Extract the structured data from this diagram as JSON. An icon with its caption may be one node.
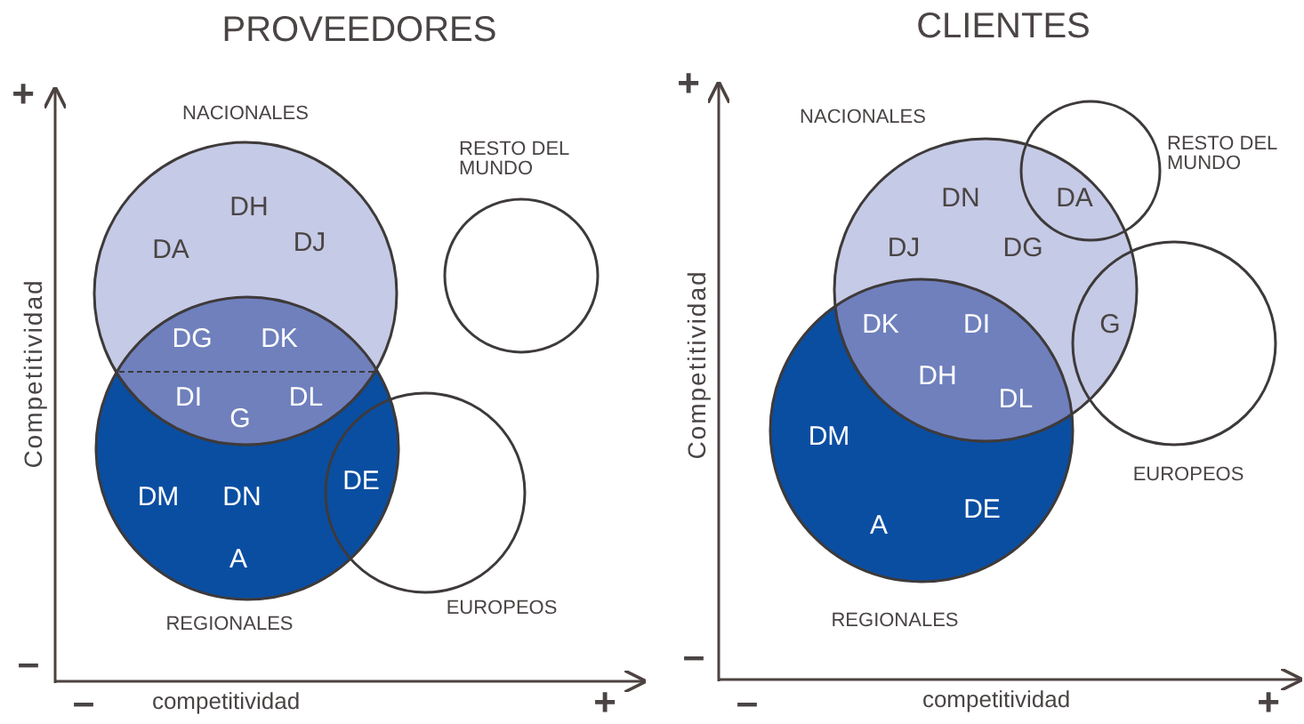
{
  "diagram": {
    "nodes": [
      {
        "text": [
          "NACIONALES"
        ]
      },
      {
        "text": [
          "RESTO DEL MUNDO"
        ]
      },
      {
        "text": [
          "REGIONALES"
        ]
      },
      {
        "text": [
          "EUROPEOS"
        ]
      },
      {
        "text": [
          "NACIONALES"
        ]
      },
      {
        "text": [
          "RESTO DEL MUNDO"
        ]
      },
      {
        "text": [
          "EUROPEOS"
        ]
      },
      {
        "text": [
          "REGIONALES"
        ]
      }
    ],
    "edges": [],
    "labels": [
      "PROVEEDORES",
      "+",
      "Competitividad",
      "DH",
      "DA",
      "DJ",
      "DG",
      "DK",
      "DI",
      "DL",
      "G",
      "DE",
      "DM",
      "DN",
      "A",
      "–",
      "–",
      "competitividad",
      "+",
      "CLIENTES",
      "+",
      "Competitividad",
      "DN",
      "DA",
      "DJ",
      "DG",
      "DK",
      "DI",
      "G",
      "DH",
      "DL",
      "DM",
      "DE",
      "A",
      "–",
      "–",
      "competitividad",
      "+"
    ]
  }
}
